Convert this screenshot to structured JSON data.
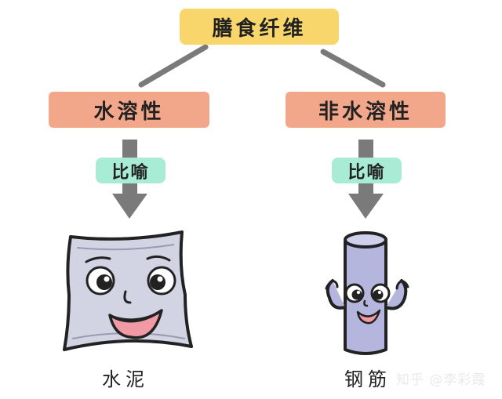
{
  "root": {
    "label": "膳食纤维"
  },
  "categories": [
    {
      "label": "水溶性",
      "relation": "比喻",
      "analogy": "水泥"
    },
    {
      "label": "非水溶性",
      "relation": "比喻",
      "analogy": "钢筋"
    }
  ],
  "watermark": "知乎 @李彩霞",
  "colors": {
    "root": "#f8d66b",
    "category": "#f3a78a",
    "relation": "#a9ecd6",
    "connector": "#7a7a7a",
    "bag": "#d2d3e3",
    "bar": "#b5b6de"
  }
}
